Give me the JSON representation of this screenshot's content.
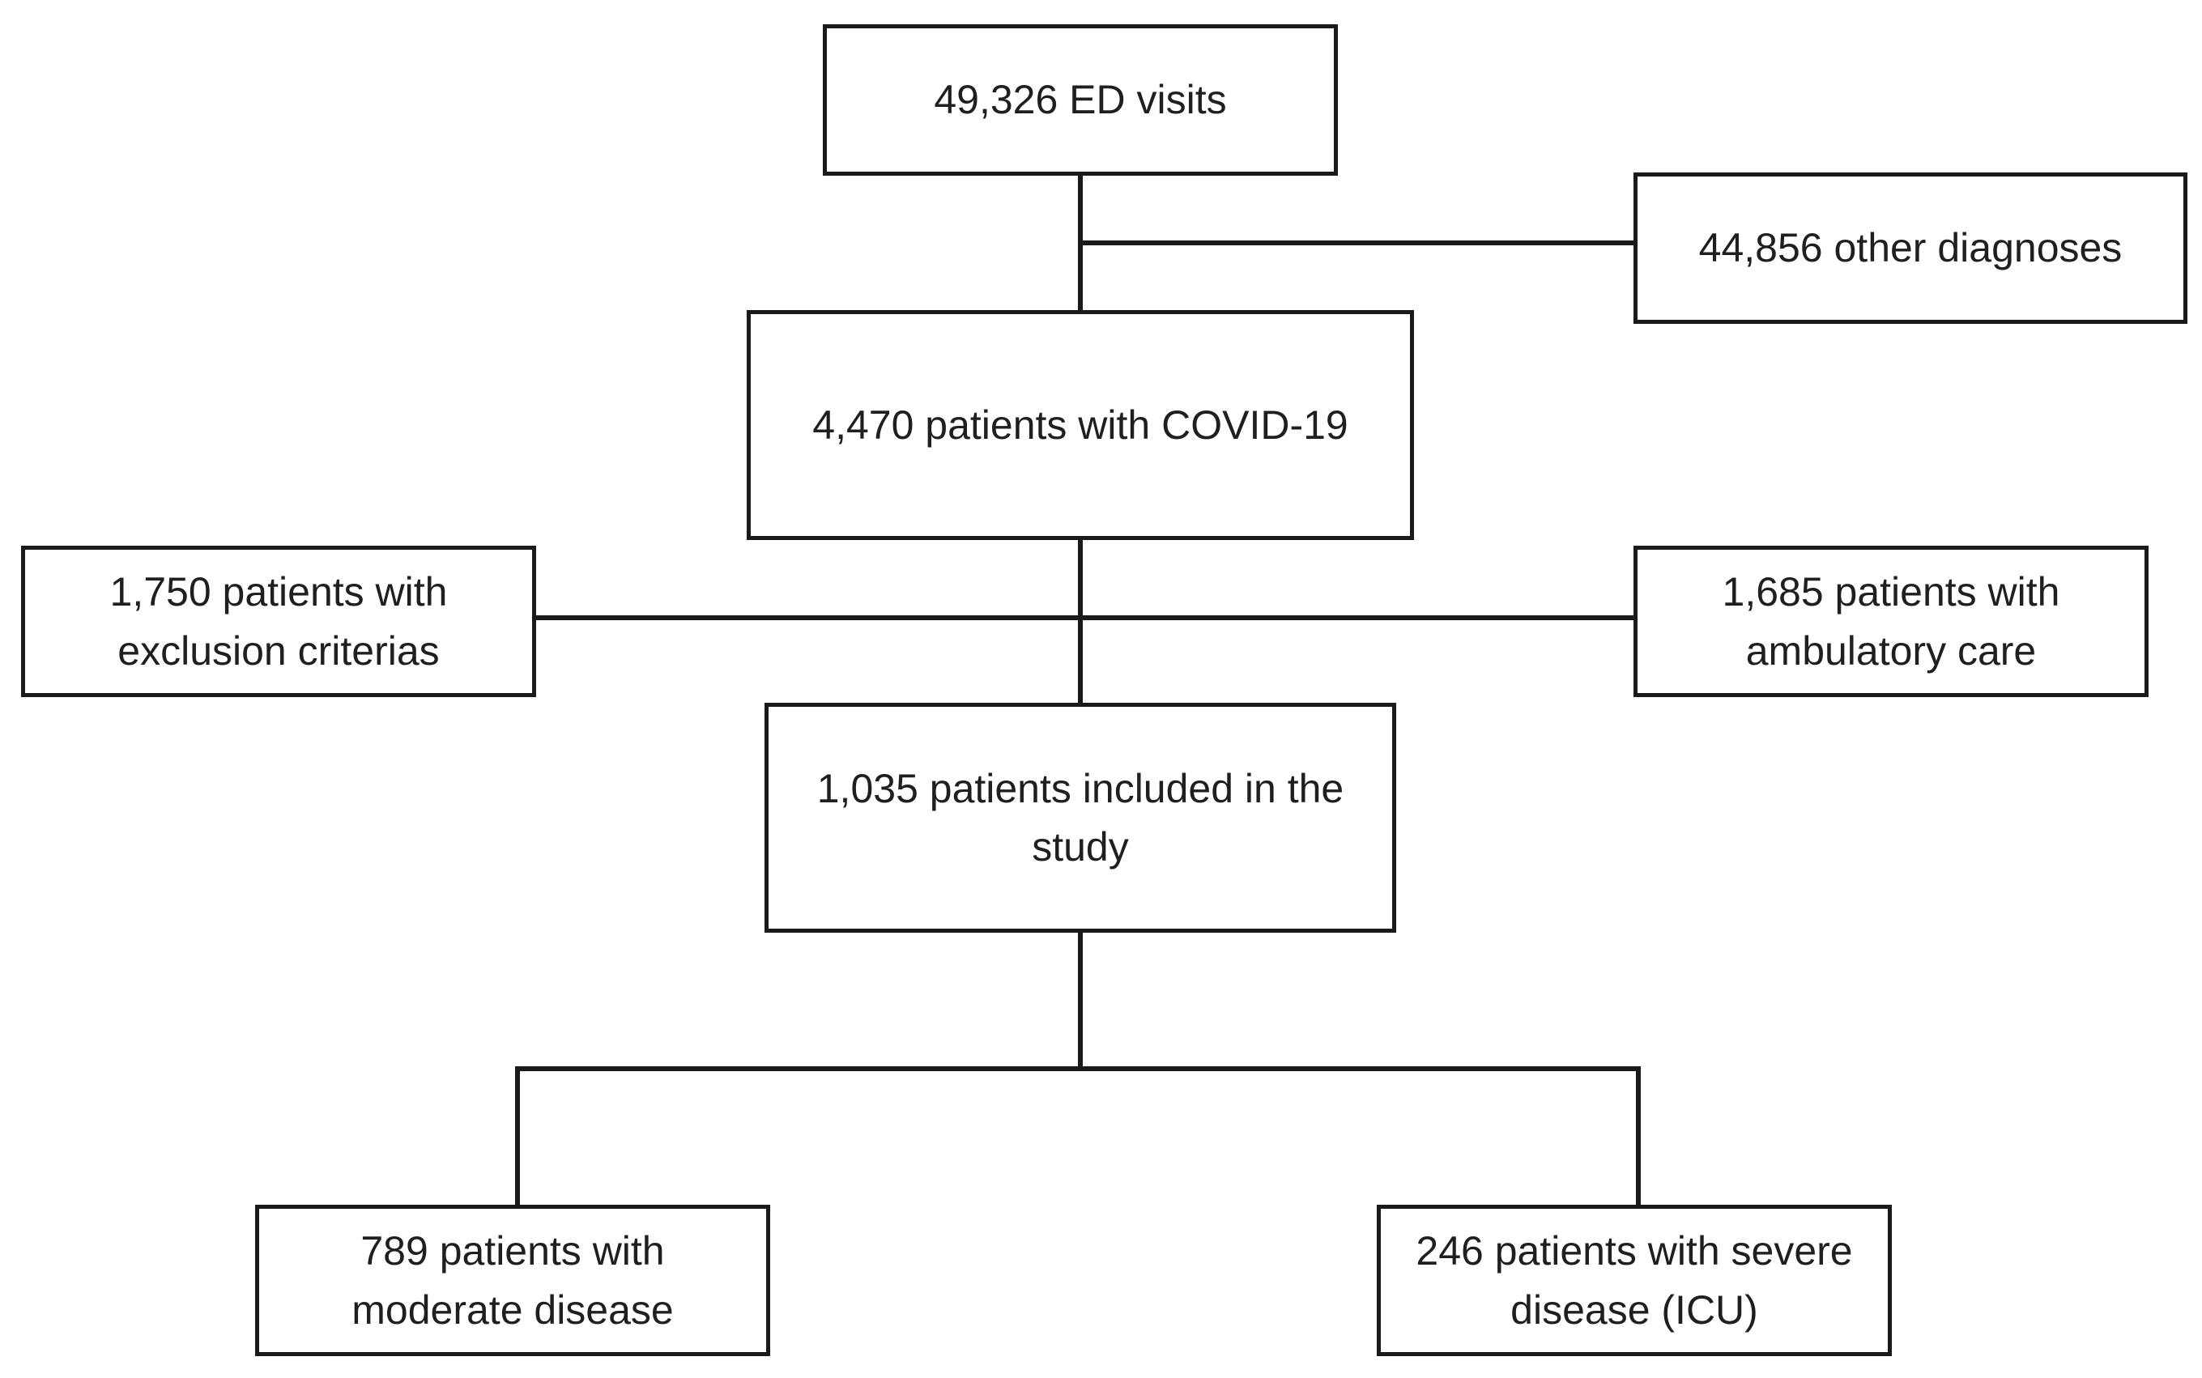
{
  "flowchart": {
    "nodes": {
      "ed_visits": {
        "lines": [
          "49,326 ED visits"
        ]
      },
      "other_diagnoses": {
        "lines": [
          "44,856 other diagnoses"
        ]
      },
      "covid_patients": {
        "lines": [
          "4,470 patients with COVID-19"
        ]
      },
      "exclusion": {
        "lines": [
          "1,750 patients with",
          "exclusion criterias"
        ]
      },
      "ambulatory": {
        "lines": [
          "1,685 patients with",
          "ambulatory care"
        ]
      },
      "included": {
        "lines": [
          "1,035 patients included in the",
          "study"
        ]
      },
      "moderate": {
        "lines": [
          "789 patients with",
          "moderate disease"
        ]
      },
      "severe": {
        "lines": [
          "246 patients with severe",
          "disease (ICU)"
        ]
      }
    },
    "edges": [
      {
        "from": "ed_visits",
        "to": "other_diagnoses"
      },
      {
        "from": "ed_visits",
        "to": "covid_patients"
      },
      {
        "from": "covid_patients",
        "to": "exclusion"
      },
      {
        "from": "covid_patients",
        "to": "ambulatory"
      },
      {
        "from": "covid_patients",
        "to": "included"
      },
      {
        "from": "included",
        "to": "moderate"
      },
      {
        "from": "included",
        "to": "severe"
      }
    ]
  }
}
